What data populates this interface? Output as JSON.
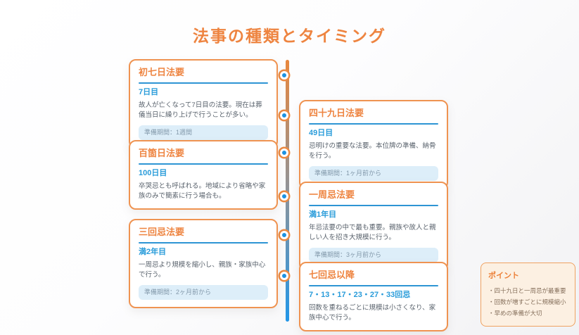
{
  "header": {
    "title": "法事の種類とタイミング"
  },
  "colors": {
    "accent_orange": "#ee8440",
    "card_border_orange": "#ef9351",
    "accent_blue": "#2a9cda",
    "node_blue": "#1d93e3",
    "badge_bg": "#ddeef9",
    "badge_text": "#8399ab",
    "body_text": "#59626c",
    "points_bg": "#fcf0e2",
    "points_text": "#86705c"
  },
  "timeline": {
    "node_count": 6,
    "line_gradient": [
      "#e8873d",
      "#2196e8"
    ]
  },
  "cards": [
    {
      "title": "初七日法要",
      "subtitle": "7日目",
      "body": "故人が亡くなって7日目の法要。現在は葬儀当日に繰り上げで行うことが多い。",
      "badge": "準備期間：1週間"
    },
    {
      "title": "四十九日法要",
      "subtitle": "49日目",
      "body": "忌明けの重要な法要。本位牌の準備、納骨を行う。",
      "badge": "準備期間：1ヶ月前から"
    },
    {
      "title": "百箇日法要",
      "subtitle": "100日目",
      "body": "卒哭忌とも呼ばれる。地域により省略や家族のみで簡素に行う場合も。",
      "badge": ""
    },
    {
      "title": "一周忌法要",
      "subtitle": "満1年目",
      "body": "年忌法要の中で最も重要。親族や故人と親しい人を招き大規模に行う。",
      "badge": "準備期間：3ヶ月前から"
    },
    {
      "title": "三回忌法要",
      "subtitle": "満2年目",
      "body": "一周忌より規模を縮小し、親族・家族中心で行う。",
      "badge": "準備期間：2ヶ月前から"
    },
    {
      "title": "七回忌以降",
      "subtitle": "7・13・17・23・27・33回忌",
      "body": "回数を重ねるごとに規模は小さくなり、家族中心で行う。",
      "badge": ""
    }
  ],
  "points": {
    "title": "ポイント",
    "items": [
      "・四十九日と一周忌が最重要",
      "・回数が増すごとに規模縮小",
      "・早めの準備が大切"
    ]
  }
}
